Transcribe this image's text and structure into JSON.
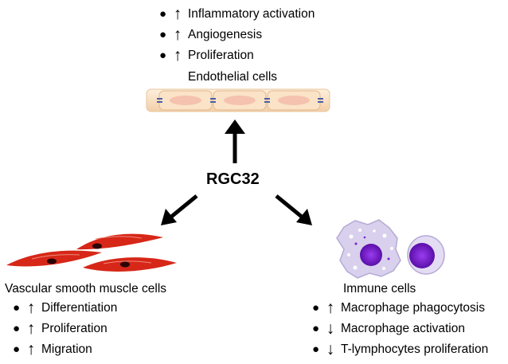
{
  "center_label": "RGC32",
  "endothelial": {
    "title": "Endothelial cells",
    "effects": [
      {
        "bullet": "●",
        "direction": "↑",
        "text": "Inflammatory activation"
      },
      {
        "bullet": "●",
        "direction": "↑",
        "text": "Angiogenesis"
      },
      {
        "bullet": "●",
        "direction": "↑",
        "text": "Proliferation"
      }
    ]
  },
  "vsmc": {
    "title": "Vascular smooth muscle cells",
    "effects": [
      {
        "bullet": "●",
        "direction": "↑",
        "text": "Differentiation"
      },
      {
        "bullet": "●",
        "direction": "↑",
        "text": "Proliferation"
      },
      {
        "bullet": "●",
        "direction": "↑",
        "text": "Migration"
      }
    ]
  },
  "immune": {
    "title": "Immune cells",
    "effects": [
      {
        "bullet": "●",
        "direction": "↑",
        "text": "Macrophage phagocytosis"
      },
      {
        "bullet": "●",
        "direction": "↓",
        "text": "Macrophage activation"
      },
      {
        "bullet": "●",
        "direction": "↓",
        "text": "T-lymphocytes proliferation"
      }
    ]
  },
  "colors": {
    "endothelial_cell": "#fbe3c8",
    "endothelial_nucleus": "#f4c2ae",
    "smooth_muscle": "#d62718",
    "macrophage": "#d8d0ec",
    "nucleus_purple": "#7a1fd0",
    "arrow": "#000000"
  }
}
